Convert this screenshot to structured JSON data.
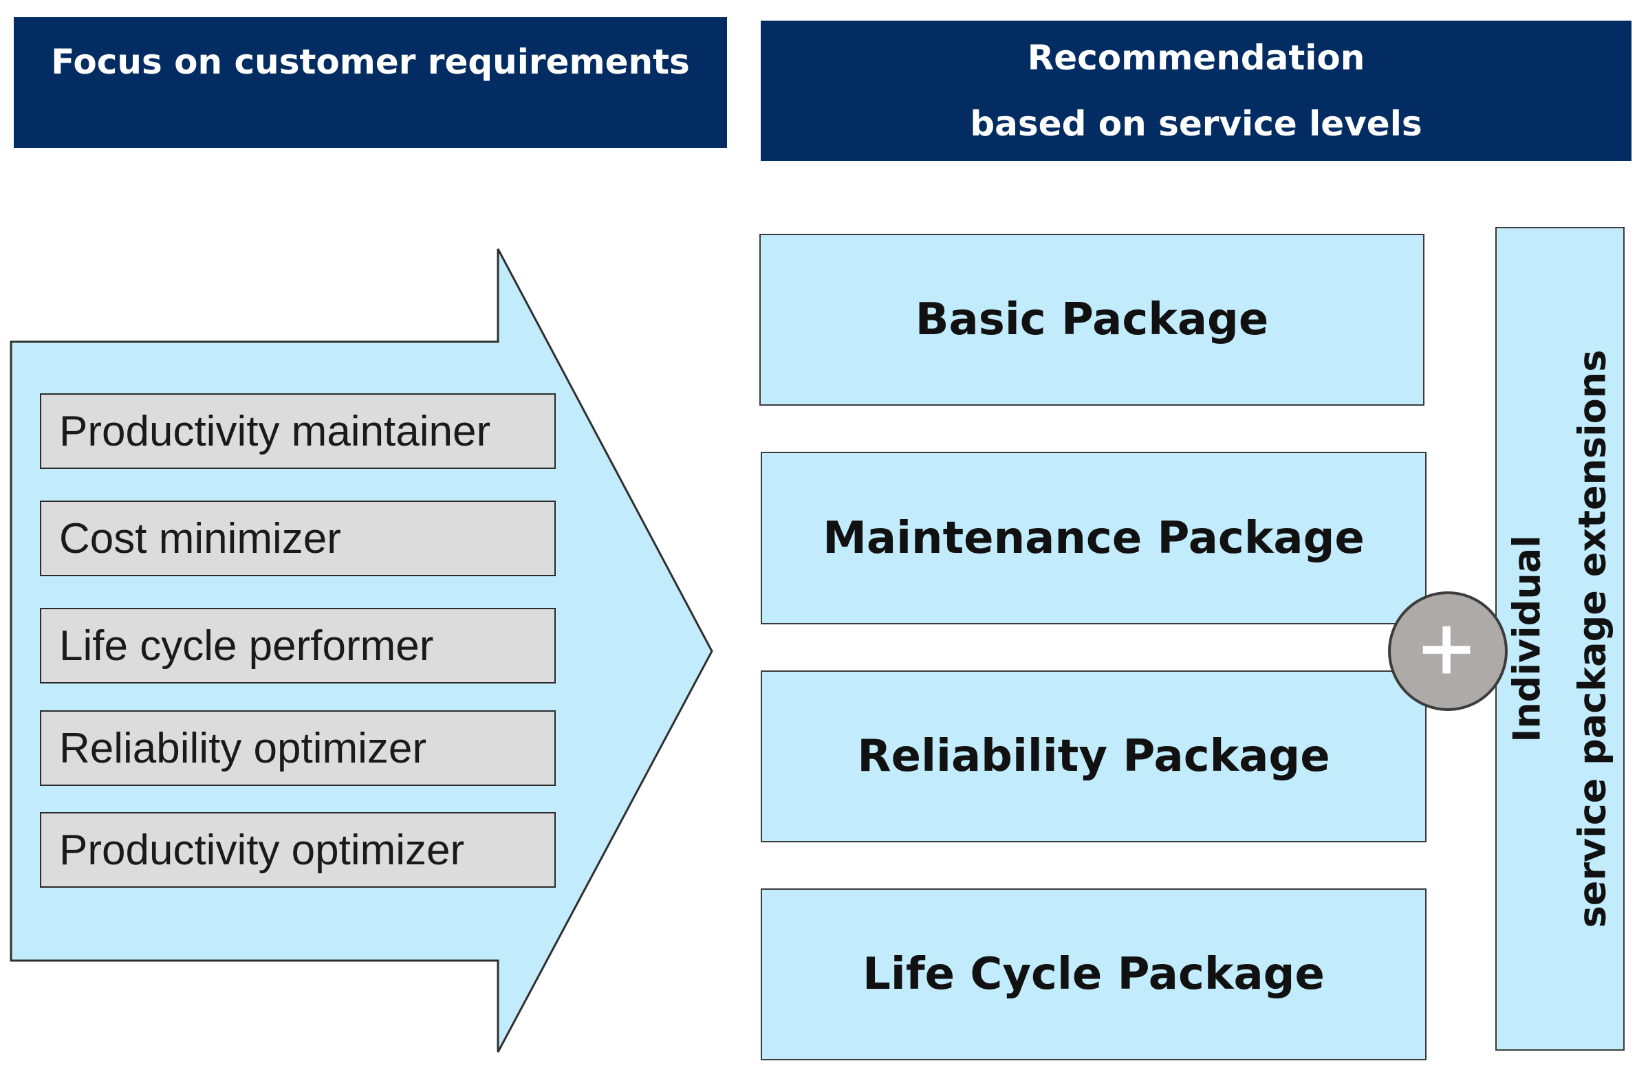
{
  "header_left": "Focus on customer requirements",
  "header_right": {
    "line1": "Recommendation",
    "line2": "based on service levels"
  },
  "customer_types": [
    "Productivity maintainer",
    "Cost minimizer",
    "Life cycle performer",
    "Reliability optimizer",
    "Productivity optimizer"
  ],
  "packages": [
    "Basic Package",
    "Maintenance Package",
    "Reliability Package",
    "Life Cycle Package"
  ],
  "extension": {
    "line1": "Individual",
    "line2": "service package extensions"
  },
  "connector_icon": "plus-icon",
  "colors": {
    "header_bg": "#032d62",
    "header_text": "#ffffff",
    "light_blue": "#c2ebfb",
    "grey_box": "#dcdcdc",
    "plus_circle": "#adaaa8"
  }
}
